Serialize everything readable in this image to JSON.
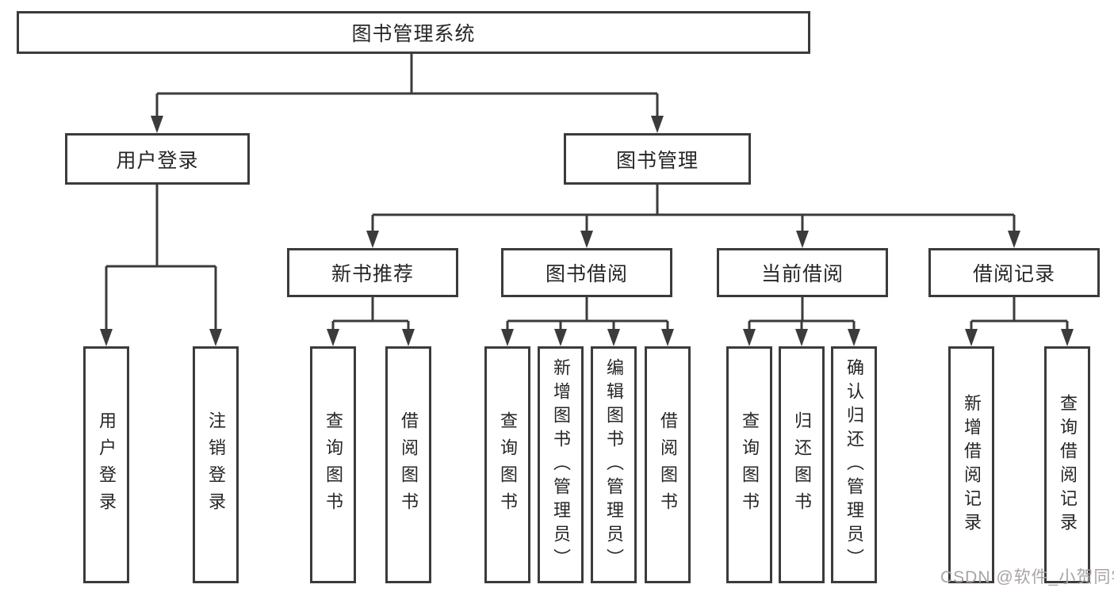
{
  "tree": {
    "root": {
      "label": "图书管理系统"
    },
    "level1": [
      {
        "label": "用户登录",
        "leaves": [
          "用户登录",
          "注销登录"
        ]
      },
      {
        "label": "图书管理",
        "sections": [
          {
            "label": "新书推荐",
            "leaves": [
              "查询图书",
              "借阅图书"
            ]
          },
          {
            "label": "图书借阅",
            "leaves": [
              "查询图书",
              "新增图书（管理员）",
              "编辑图书（管理员）",
              "借阅图书"
            ]
          },
          {
            "label": "当前借阅",
            "leaves": [
              "查询图书",
              "归还图书",
              "确认归还（管理员）"
            ]
          },
          {
            "label": "借阅记录",
            "leaves": [
              "新增借阅记录",
              "查询借阅记录"
            ]
          }
        ]
      }
    ]
  },
  "watermark": {
    "text": "CSDN @软件_小贺同学"
  },
  "colors": {
    "line": "#3b3b3b",
    "text": "#262626",
    "background": "#ffffff",
    "watermark": "#aba3a3"
  }
}
